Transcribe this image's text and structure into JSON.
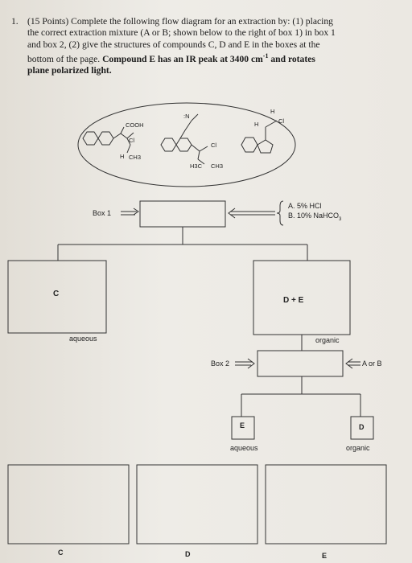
{
  "question": {
    "number": "1.",
    "line1": "(15 Points) Complete the following flow diagram for an extraction by: (1) placing",
    "line2": "the correct extraction mixture (A or B; shown below to the right of box 1) in box 1",
    "line3": "and box 2, (2) give the structures of compounds C, D and E in the boxes at the",
    "line4_pre": "bottom of the page.",
    "line4_bold": "Compound E has an IR peak at 3400 cm",
    "superscript": "-1",
    "line4_bold_end": "and rotates",
    "line5": "plane polarized light."
  },
  "structures": {
    "s1_cooh": "COOH",
    "s1_cl": "Cl",
    "s1_h": "H",
    "s1_ch3": "CH3",
    "s2_n": ":N",
    "s2_cl": "Cl",
    "s2_h3c": "H3C",
    "s2_ch3": "CH3",
    "s3_h_top": "H",
    "s3_h": "H",
    "s3_cl": "Cl"
  },
  "diagram": {
    "box1_label": "Box 1",
    "reagent_a": "A. 5% HCl",
    "reagent_b": "B. 10% NaHCO",
    "reagent_b_sub": "3",
    "box_c_label": "C",
    "box_de_label": "D + E",
    "aqueous_1": "aqueous",
    "organic_1": "organic",
    "box2_label": "Box 2",
    "a_or_b": "A or B",
    "box_e_small": "E",
    "box_d_small": "D",
    "aqueous_2": "aqueous",
    "organic_2": "organic",
    "bottom_c": "C",
    "bottom_d": "D",
    "bottom_e": "E"
  }
}
